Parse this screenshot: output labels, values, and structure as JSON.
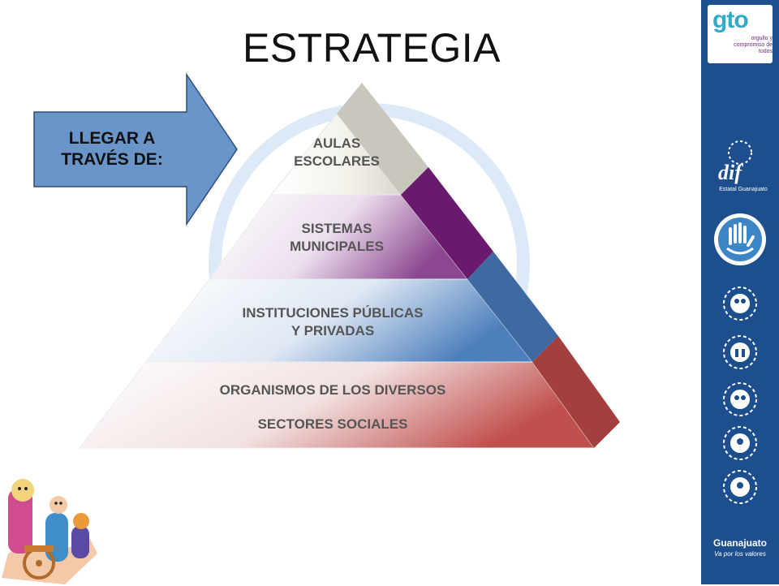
{
  "slide": {
    "title": "ESTRATEGIA",
    "callout": {
      "line1": "LLEGAR A",
      "line2": "TRAVÉS DE:"
    },
    "pyramid": {
      "tiers": [
        {
          "label": "AULAS\nESCOLARES",
          "color": "#c8c6bd"
        },
        {
          "label": "SISTEMAS\nMUNICIPALES",
          "color": "#6a1a6d"
        },
        {
          "label": "INSTITUCIONES PÚBLICAS\nY PRIVADAS",
          "color": "#3f6aa1"
        },
        {
          "label_line1": "ORGANISMOS DE LOS DIVERSOS",
          "label_line2": "SECTORES SOCIALES",
          "color": "#b0403f"
        }
      ]
    }
  },
  "sidebar": {
    "logo_text": "gto",
    "logo_tagline": "orgullo y compromiso de todos",
    "dif_text": "dif",
    "dif_subtitle": "Estatal Guanajuato",
    "footer_title": "Guanajuato",
    "footer_subtitle": "Va por los valores",
    "background": "#1d4f8f"
  },
  "colors": {
    "callout_fill": "#6a95c9",
    "callout_stroke": "#2f4f7a",
    "circle": "#dbeaf8"
  }
}
